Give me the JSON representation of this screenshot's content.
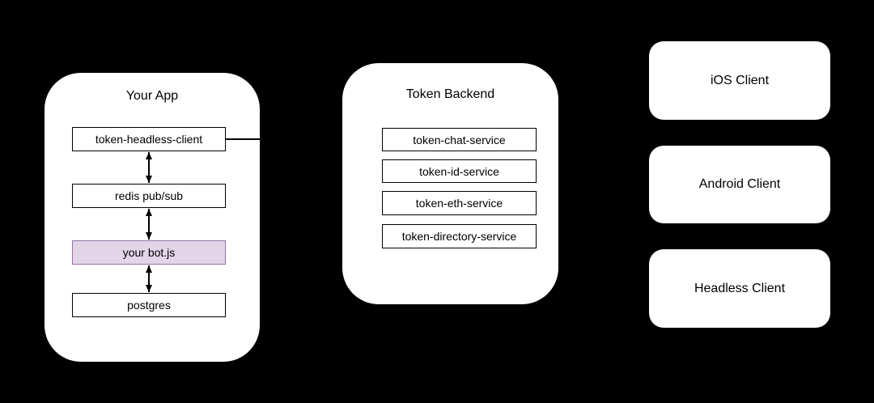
{
  "canvas": {
    "background": "#000000"
  },
  "your_app": {
    "title": "Your App",
    "nodes": [
      {
        "label": "token-headless-client",
        "highlighted": false
      },
      {
        "label": "redis pub/sub",
        "highlighted": false
      },
      {
        "label": "your bot.js",
        "highlighted": true
      },
      {
        "label": "postgres",
        "highlighted": false
      }
    ],
    "connections": [
      "token-headless-client <-> redis pub/sub",
      "redis pub/sub <-> your bot.js",
      "your bot.js <-> postgres",
      "token-headless-client — line exiting panel right edge"
    ]
  },
  "token_backend": {
    "title": "Token Backend",
    "services": [
      {
        "label": "token-chat-service"
      },
      {
        "label": "token-id-service"
      },
      {
        "label": "token-eth-service"
      },
      {
        "label": "token-directory-service"
      }
    ]
  },
  "clients": [
    {
      "label": "iOS Client"
    },
    {
      "label": "Android Client"
    },
    {
      "label": "Headless Client"
    }
  ],
  "colors": {
    "background": "#000000",
    "panel_fill": "#FFFFFF",
    "node_border": "#000000",
    "highlight_fill": "#E1D5E7",
    "highlight_border": "#9673A6",
    "text": "#000000"
  }
}
